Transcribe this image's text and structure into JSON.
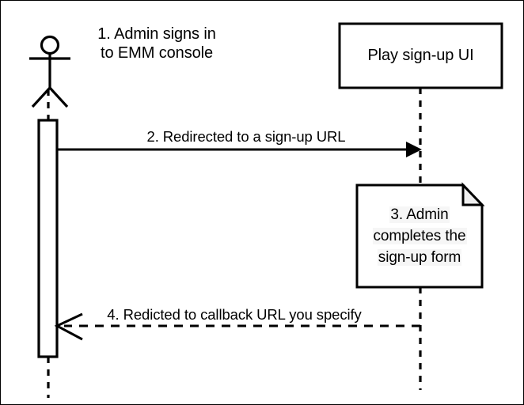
{
  "diagram": {
    "type": "uml-sequence-diagram",
    "background_color": "#ffffff",
    "line_color": "#000000",
    "note_fill_color": "#ffffff",
    "note_fold_color": "#f0f0f0",
    "text_highlight_color": "#f6f6f6",
    "actor": {
      "icon": "stick-figure-actor-icon",
      "label": "1. Admin signs in\nto EMM console",
      "label_line_1": "1. Admin signs in",
      "label_line_2": "to EMM console"
    },
    "participant": {
      "label": "Play sign-up UI"
    },
    "messages": [
      {
        "number": "2",
        "label": "2. Redirected to a sign-up URL",
        "direction": "right",
        "style": "solid",
        "arrowhead": "filled"
      },
      {
        "number": "4",
        "label": "4. Redicted to callback URL you specify",
        "direction": "left",
        "style": "dashed",
        "arrowhead": "open"
      }
    ],
    "note": {
      "label": "3. Admin\ncompletes the\nsign-up form",
      "label_line_1": "3. Admin",
      "label_line_2": "completes the",
      "label_line_3": "sign-up form"
    }
  }
}
